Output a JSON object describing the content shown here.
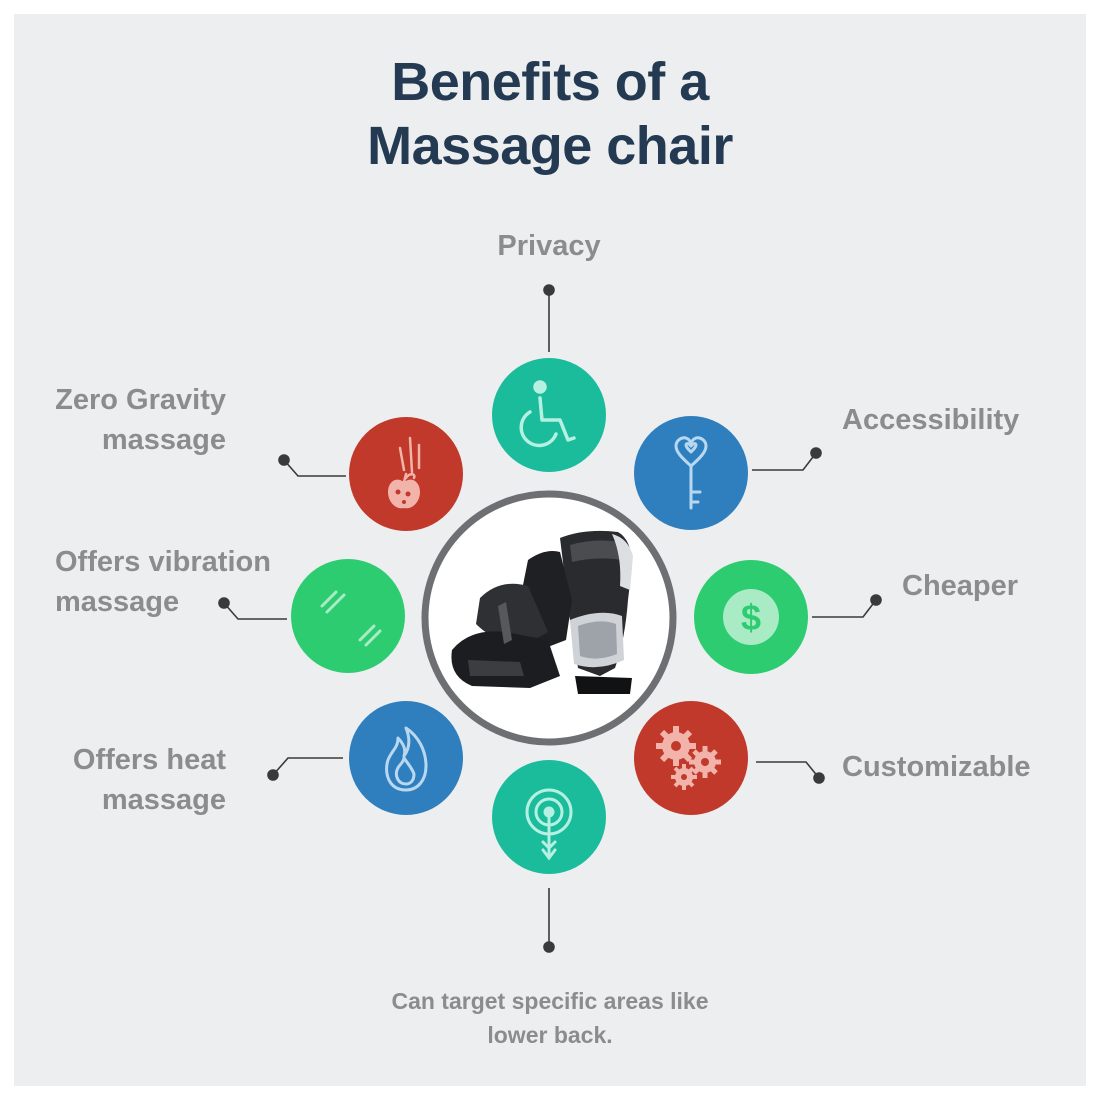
{
  "title": {
    "line1": "Benefits of a",
    "line2": "Massage chair"
  },
  "colors": {
    "background": "#eceeef",
    "title": "#243a53",
    "label": "#8a8c8e",
    "teal": "#1abc9c",
    "blue": "#2f7fbf",
    "red": "#c0392b",
    "green": "#2ecc71",
    "ring": "#6e6f73"
  },
  "benefits": {
    "privacy": {
      "label": "Privacy",
      "icon": "wheelchair-icon"
    },
    "accessibility": {
      "label": "Accessibility",
      "icon": "heart-key-icon"
    },
    "cheaper": {
      "label": "Cheaper",
      "icon": "dollar-coin-icon"
    },
    "customizable": {
      "label": "Customizable",
      "icon": "gears-icon"
    },
    "target": {
      "line1": "Can target specific areas like",
      "line2": "lower back.",
      "icon": "target-arrow-icon"
    },
    "heat": {
      "line1": "Offers heat",
      "line2": "massage",
      "icon": "flame-icon"
    },
    "vibration": {
      "line1": "Offers vibration",
      "line2": "massage",
      "icon": "vibration-lines-icon"
    },
    "zero_gravity": {
      "line1": "Zero Gravity",
      "line2": "massage",
      "icon": "falling-apple-icon"
    }
  },
  "center": {
    "icon": "massage-chair-image"
  }
}
